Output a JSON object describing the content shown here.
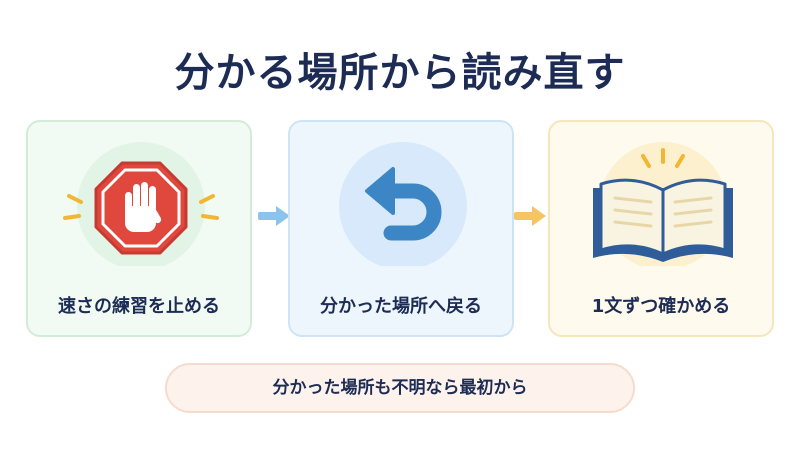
{
  "title": "分かる場所から読み直す",
  "steps": [
    {
      "label": "速さの練習を止める",
      "icon": "stop-hand-icon"
    },
    {
      "label": "分かった場所へ戻る",
      "icon": "return-arrow-icon"
    },
    {
      "label": "1文ずつ確かめる",
      "icon": "open-book-icon"
    }
  ],
  "note": "分かった場所も不明なら最初から",
  "colors": {
    "title": "#1d2c54",
    "stop": "#e0473d",
    "return": "#3d86c6",
    "book": "#2f5d9a",
    "arrow_blue": "#8cc3ec",
    "arrow_yellow": "#f5c564",
    "spark": "#f2b630"
  }
}
